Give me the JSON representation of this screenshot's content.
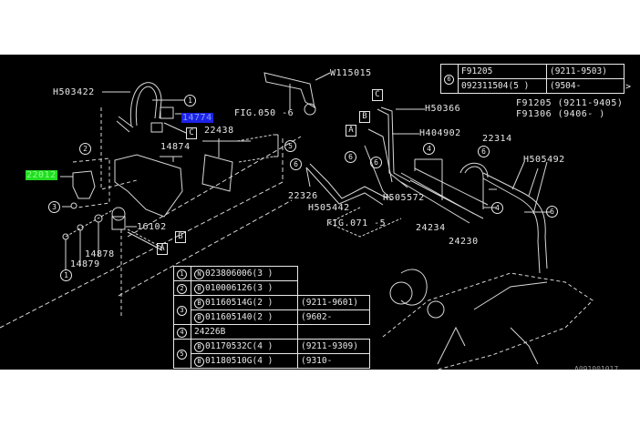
{
  "callouts": {
    "h503422": "H503422",
    "p14774": "14774",
    "fig050": "FIG.050 -6",
    "w115015": "W115015",
    "p22438": "22438",
    "p14874": "14874",
    "p22012": "22012",
    "p16102": "16102",
    "p14878": "14878",
    "p14879": "14879",
    "h50366": "H50366",
    "h404902": "H404902",
    "p22314": "22314",
    "p22326": "22326",
    "h505442": "H505442",
    "h505572": "H505572",
    "fig071": "FIG.071 -5",
    "p24234": "24234",
    "p24230": "24230",
    "h505492": "H505492",
    "f91205_note": "F91205 (9211-9405)",
    "f91306_note": "F91306 (9406-      )"
  },
  "refs": {
    "one": "1",
    "two": "2",
    "three": "3",
    "four": "4",
    "five": "5",
    "six": "6",
    "a": "A",
    "b": "B",
    "c": "C"
  },
  "table_top": {
    "ref": "6",
    "rows": [
      {
        "part": "F91205",
        "range": "(9211-9503)"
      },
      {
        "part": "092311504(5  )",
        "range": "(9504-"
      }
    ],
    "trail": ">"
  },
  "table_bottom": {
    "rows": [
      {
        "ref": "1",
        "badge": "N",
        "part": "023806006(3  )",
        "range": ""
      },
      {
        "ref": "2",
        "badge": "B",
        "part": "010006126(3  )",
        "range": ""
      },
      {
        "ref": "3",
        "badge": "B",
        "part": "01160514G(2  )",
        "range": "(9211-9601)"
      },
      {
        "ref": "",
        "badge": "B",
        "part": "011605140(2  )",
        "range": "(9602-"
      },
      {
        "ref": "4",
        "badge": "",
        "part": "24226B",
        "range": ""
      },
      {
        "ref": "5",
        "badge": "B",
        "part": "01170532C(4  )",
        "range": "(9211-9309)"
      },
      {
        "ref": "",
        "badge": "B",
        "part": "01180510G(4  )",
        "range": "(9310-"
      }
    ]
  },
  "diagram_code": "A091001017",
  "colors": {
    "background": "#000000",
    "line": "#e8e8e8",
    "highlight_blue": "#1e22e6",
    "highlight_green": "#22dd22"
  }
}
